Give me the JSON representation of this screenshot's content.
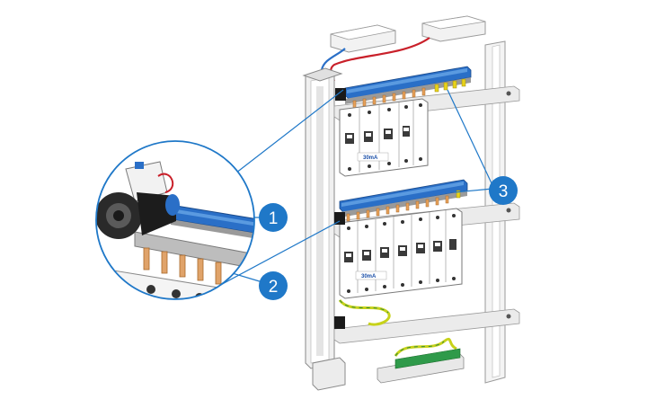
{
  "callouts": [
    {
      "number": "1",
      "color": "#1f78c8"
    },
    {
      "number": "2",
      "color": "#1f78c8"
    },
    {
      "number": "3",
      "color": "#1f78c8"
    }
  ],
  "rcd_labels": [
    "30mA",
    "30mA"
  ],
  "colors": {
    "phase_busbar": "#2a6fc7",
    "neutral_bar": "#1e5bb5",
    "live_terminal": "#c9202a",
    "earth_wire": "#c7d21a",
    "rail": "#e6e6e6",
    "callout_line": "#1f78c8"
  },
  "icons": [
    "magnifier-circle",
    "busbar",
    "modular-breaker",
    "rcd-module",
    "terminal-block",
    "earth-bar"
  ]
}
